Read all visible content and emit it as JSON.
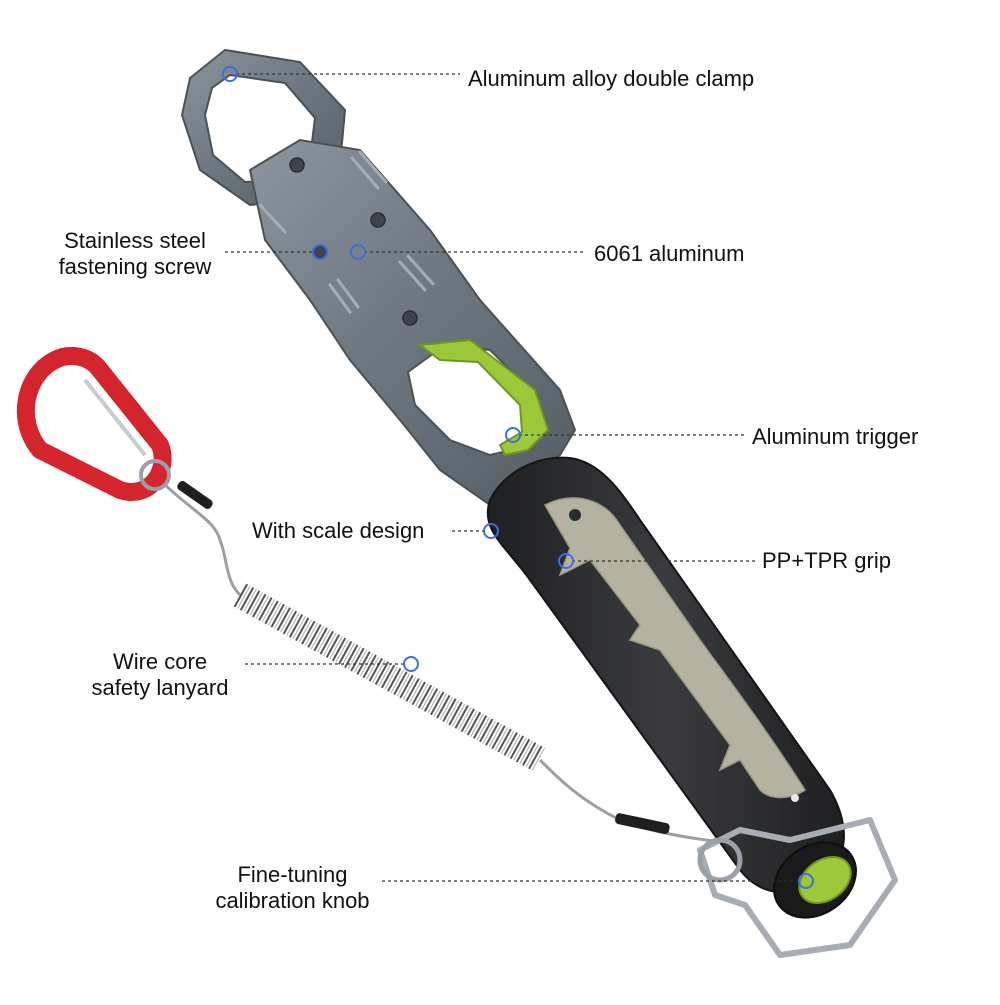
{
  "annotations": {
    "clamp": "Aluminum alloy double clamp",
    "screw_line1": "Stainless steel",
    "screw_line2": "fastening screw",
    "aluminum": "6061 aluminum",
    "trigger": "Aluminum trigger",
    "scale": "With scale design",
    "grip": "PP+TPR grip",
    "lanyard_line1": "Wire core",
    "lanyard_line2": "safety lanyard",
    "knob_line1": "Fine-tuning",
    "knob_line2": "calibration knob"
  },
  "colors": {
    "body_metal": "#6f7880",
    "body_edge": "#4a5157",
    "trigger_green": "#9bc93a",
    "grip_black": "#2b2c2e",
    "grip_fish": "#b5b39f",
    "carabiner_red": "#d4242c",
    "marker_blue": "#3c6ee0"
  }
}
